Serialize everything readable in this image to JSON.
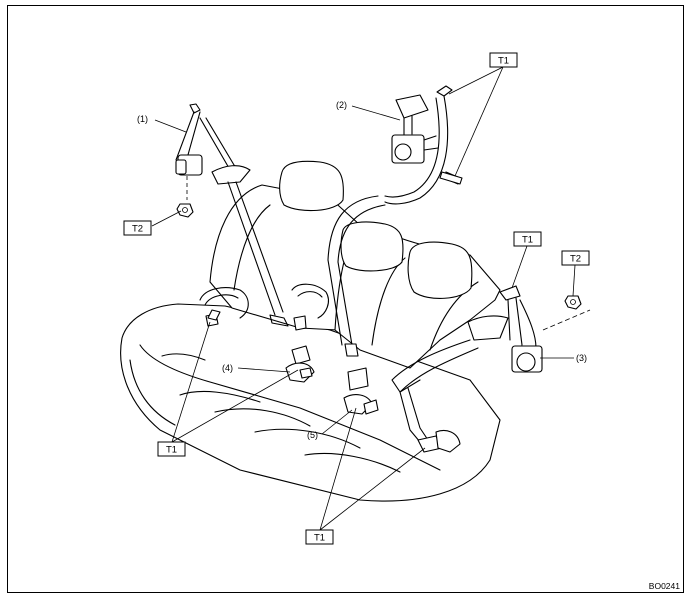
{
  "parts": {
    "p1": "(1)",
    "p2": "(2)",
    "p3": "(3)",
    "p4": "(4)",
    "p5": "(5)"
  },
  "torque_tags": {
    "t1_top": "T1",
    "t1_right": "T1",
    "t1_left": "T1",
    "t1_bottom": "T1",
    "t2_left": "T2",
    "t2_right": "T2"
  },
  "figure_code": "BO0241",
  "colors": {
    "line": "#000000",
    "background": "#ffffff"
  }
}
